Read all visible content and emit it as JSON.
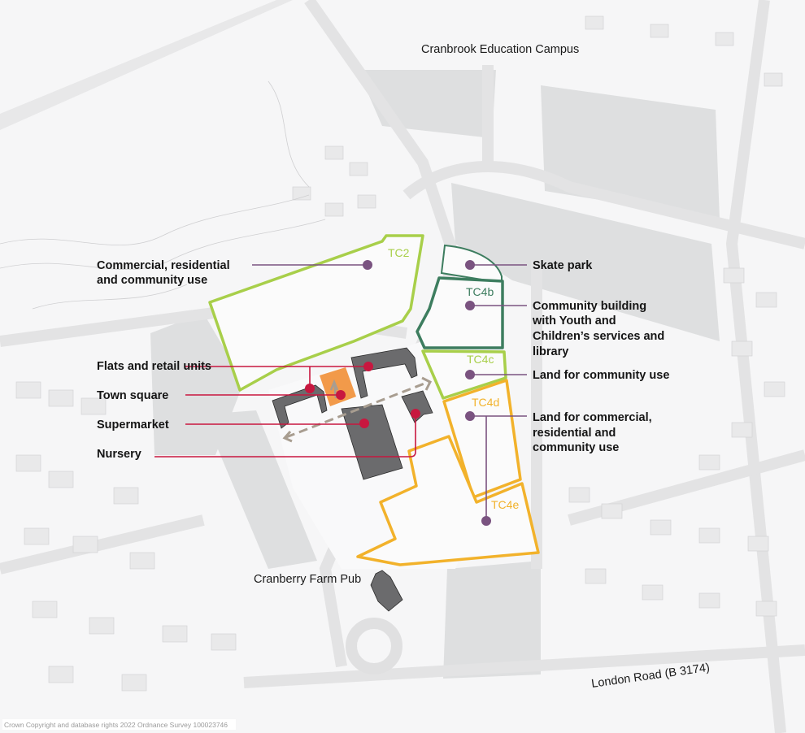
{
  "map": {
    "places": {
      "campus": "Cranbrook Education Campus",
      "pub": "Cranberry Farm Pub",
      "road": "London Road (B 3174)"
    },
    "copyright": "Crown Copyright and database rights 2022 Ordnance Survey 100023746",
    "sites": [
      {
        "id": "TC2",
        "color": "#a8cf4a",
        "use": [
          "Commercial, residential",
          "and community use"
        ]
      },
      {
        "id": "skate",
        "color": "#3d7d5f",
        "use": [
          "Skate park"
        ]
      },
      {
        "id": "TC4b",
        "color": "#3d7d5f",
        "use": [
          "Community building",
          "with Youth and",
          "Children’s services and",
          "library"
        ]
      },
      {
        "id": "TC4c",
        "color": "#a8cf4a",
        "use": [
          "Land for community use"
        ]
      },
      {
        "id": "TC4d",
        "color": "#f2b22b",
        "use": [
          "Land for commercial,",
          "residential and",
          "community use"
        ]
      },
      {
        "id": "TC4e",
        "color": "#f2b22b",
        "use": []
      }
    ],
    "features": [
      {
        "label": "Flats and retail units"
      },
      {
        "label": "Town square"
      },
      {
        "label": "Supermarket"
      },
      {
        "label": "Nursery"
      }
    ],
    "colors": {
      "purple_leader": "#7a5380",
      "red_leader": "#c8173f",
      "building": "#6b6b6d",
      "town_square": "#f29a4a",
      "walk_route": "#a89d90"
    }
  }
}
